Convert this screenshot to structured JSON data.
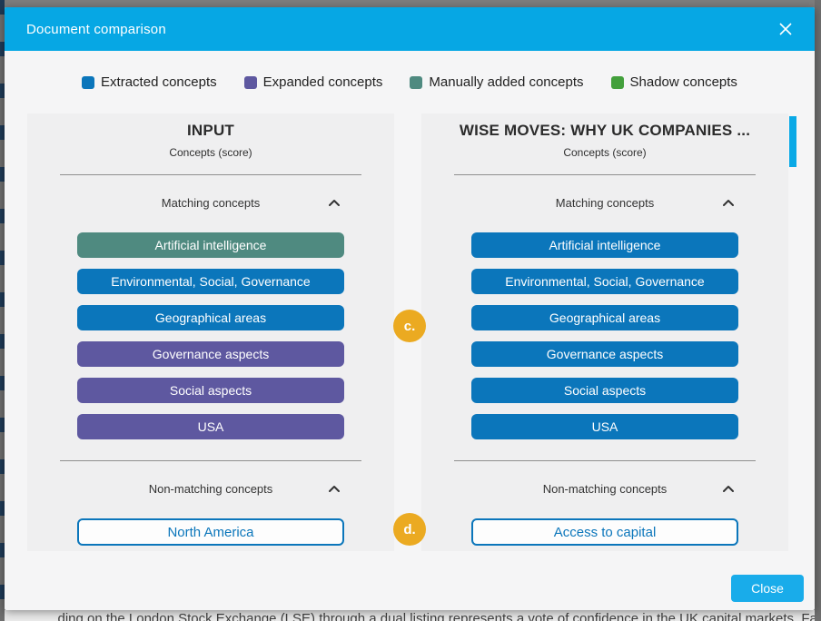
{
  "dialog": {
    "title": "Document comparison",
    "close_button_label": "Close"
  },
  "legend": {
    "items": [
      {
        "label": "Extracted concepts",
        "color": "#0b76bb"
      },
      {
        "label": "Expanded concepts",
        "color": "#5e58a0"
      },
      {
        "label": "Manually added concepts",
        "color": "#4f8a80"
      },
      {
        "label": "Shadow concepts",
        "color": "#43a03c"
      }
    ]
  },
  "columns": [
    {
      "title": "INPUT",
      "subtitle": "Concepts (score)",
      "matching_header": "Matching concepts",
      "matching": [
        {
          "label": "Artificial intelligence",
          "type": "manually_added",
          "color": "#4f8a80"
        },
        {
          "label": "Environmental, Social, Governance",
          "type": "extracted",
          "color": "#0b76bb"
        },
        {
          "label": "Geographical areas",
          "type": "extracted",
          "color": "#0b76bb"
        },
        {
          "label": "Governance aspects",
          "type": "expanded",
          "color": "#5e58a0"
        },
        {
          "label": "Social aspects",
          "type": "expanded",
          "color": "#5e58a0"
        },
        {
          "label": "USA",
          "type": "expanded",
          "color": "#5e58a0"
        }
      ],
      "non_matching_header": "Non-matching concepts",
      "non_matching": [
        {
          "label": "North America"
        }
      ]
    },
    {
      "title": "WISE MOVES: WHY UK COMPANIES ...",
      "subtitle": "Concepts (score)",
      "matching_header": "Matching concepts",
      "matching": [
        {
          "label": "Artificial intelligence",
          "type": "extracted",
          "color": "#0b76bb"
        },
        {
          "label": "Environmental, Social, Governance",
          "type": "extracted",
          "color": "#0b76bb"
        },
        {
          "label": "Geographical areas",
          "type": "extracted",
          "color": "#0b76bb"
        },
        {
          "label": "Governance aspects",
          "type": "extracted",
          "color": "#0b76bb"
        },
        {
          "label": "Social aspects",
          "type": "extracted",
          "color": "#0b76bb"
        },
        {
          "label": "USA",
          "type": "extracted",
          "color": "#0b76bb"
        }
      ],
      "non_matching_header": "Non-matching concepts",
      "non_matching": [
        {
          "label": "Access to capital"
        }
      ]
    }
  ],
  "annotations": [
    {
      "label": "c."
    },
    {
      "label": "d."
    }
  ],
  "background_page": {
    "clipped_text": "...ding on the London Stock Exchange (LSE) through a dual listing represents a vote of confidence in the UK capital markets. Fast-f"
  },
  "colors": {
    "header_bar": "#06a7e4",
    "close_button": "#19acea",
    "annotation_badge": "#ebaa21",
    "outline_pill": "#0b76bb",
    "scrollbar_thumb": "#0aa9e6"
  }
}
